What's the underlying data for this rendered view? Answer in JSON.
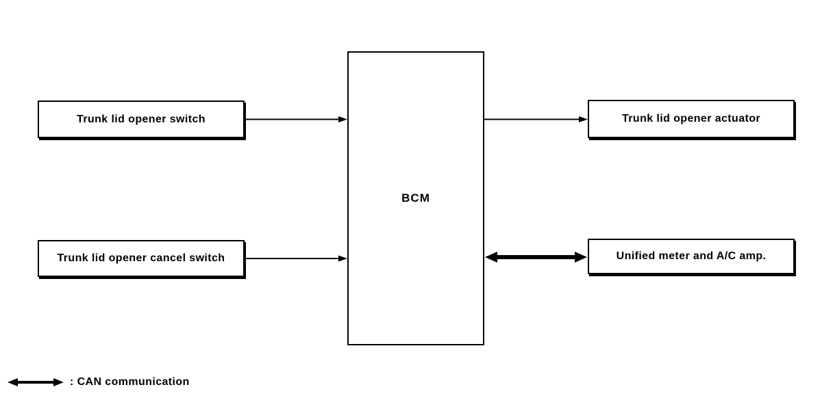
{
  "colors": {
    "background": "#ffffff",
    "line": "#000000",
    "box_fill": "#ffffff",
    "text": "#000000"
  },
  "diagram": {
    "nodes": {
      "trunk_lid_opener_switch": {
        "label": "Trunk lid opener switch"
      },
      "trunk_lid_opener_cancel_switch": {
        "label": "Trunk lid opener cancel switch"
      },
      "bcm": {
        "label": "BCM"
      },
      "trunk_lid_opener_actuator": {
        "label": "Trunk lid opener actuator"
      },
      "unified_meter_ac_amp": {
        "label": "Unified meter and A/C amp."
      }
    },
    "connections": [
      {
        "from": "Trunk lid opener switch",
        "to": "BCM",
        "type": "arrow"
      },
      {
        "from": "Trunk lid opener cancel switch",
        "to": "BCM",
        "type": "arrow"
      },
      {
        "from": "BCM",
        "to": "Trunk lid opener actuator",
        "type": "arrow"
      },
      {
        "from": "BCM",
        "to": "Unified meter and A/C amp.",
        "type": "can-double-arrow"
      }
    ],
    "legend": {
      "icon": "can-double-arrow-icon",
      "label": ": CAN communication"
    }
  }
}
